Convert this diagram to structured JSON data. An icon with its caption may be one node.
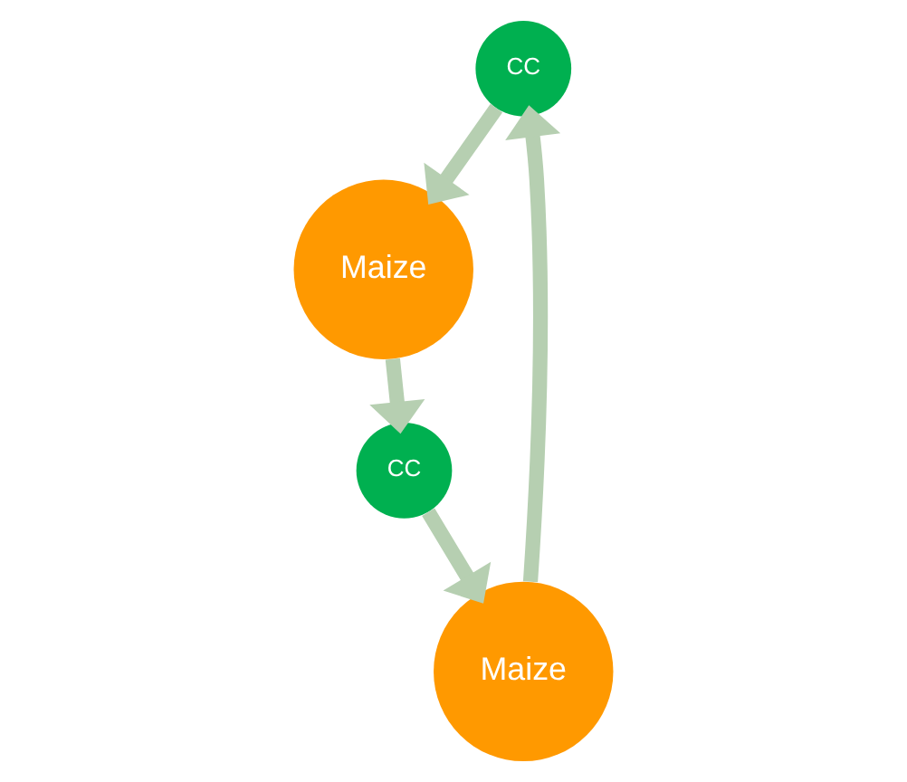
{
  "diagram": {
    "nodes": [
      {
        "text": [
          "CC"
        ]
      },
      {
        "text": [
          "Maize"
        ]
      },
      {
        "text": [
          "Maize"
        ]
      },
      {
        "text": [
          "CC"
        ]
      }
    ],
    "edges": [
      {
        "from": 1,
        "to": 0,
        "arrow": "to"
      },
      {
        "from": 0,
        "to": 2,
        "arrow": "to"
      },
      {
        "from": 2,
        "to": 3,
        "arrow": "to"
      },
      {
        "from": 3,
        "to": 1,
        "arrow": "to"
      }
    ]
  }
}
